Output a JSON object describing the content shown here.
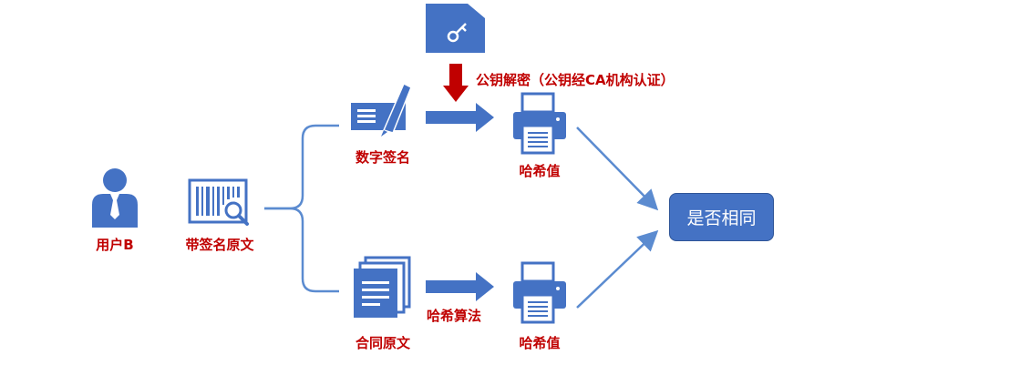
{
  "labels": {
    "user": "用户B",
    "signed_original": "带签名原文",
    "digital_signature": "数字签名",
    "contract_original": "合同原文",
    "hash_value_top": "哈希值",
    "hash_value_bottom": "哈希值",
    "public_key_decrypt": "公钥解密（公钥经CA机构认证）",
    "hash_algorithm": "哈希算法",
    "result": "是否相同"
  },
  "colors": {
    "icon_blue": "#4472c4",
    "label_red": "#c00000",
    "arrow_red": "#c00000",
    "line_blue": "#5b8bd0"
  },
  "icons": [
    "user-icon",
    "barcode-search-icon",
    "signature-icon",
    "documents-icon",
    "key-folder-icon",
    "printer-icon"
  ]
}
